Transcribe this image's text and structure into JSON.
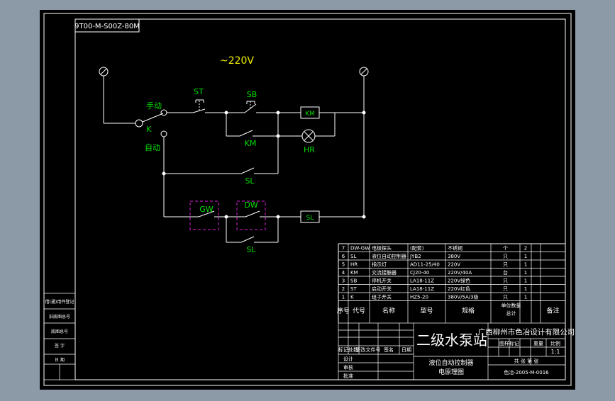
{
  "colors": {
    "background": "#8c9aa8",
    "sheet": "#000000",
    "line": "#ffffff",
    "label": "#00e000",
    "voltage": "#f0f000",
    "dashed_box": "#e020e0"
  },
  "drawing": {
    "code_stamp": "9T00-M-S00Z-80M",
    "voltage": "~220V"
  },
  "labels": {
    "st": "ST",
    "sb": "SB",
    "manual": "手动",
    "k": "K",
    "auto": "自动",
    "km_coil": "KM",
    "km_contact": "KM",
    "hr_lamp": "HR",
    "sl_upper": "SL",
    "gw": "GW",
    "dw": "DW",
    "sl_coil": "SL",
    "sl_lower": "SL"
  },
  "bom": {
    "rows": [
      {
        "no": "7",
        "code": "DW-GW",
        "name": "电极探头",
        "model": "(配套)",
        "spec": "不锈钢",
        "unit": "个",
        "qty": "2"
      },
      {
        "no": "6",
        "code": "SL",
        "name": "液位自动控制器",
        "model": "JYB2",
        "spec": "380V",
        "unit": "只",
        "qty": "1"
      },
      {
        "no": "5",
        "code": "HR",
        "name": "指示灯",
        "model": "AD11-25/40",
        "spec": "220V",
        "unit": "只",
        "qty": "1"
      },
      {
        "no": "4",
        "code": "KM",
        "name": "交流接触器",
        "model": "CJ20-40",
        "spec": "220V/40A",
        "unit": "台",
        "qty": "1"
      },
      {
        "no": "3",
        "code": "SB",
        "name": "停机开关",
        "model": "LA18-11Z",
        "spec": "220V绿色",
        "unit": "只",
        "qty": "1"
      },
      {
        "no": "2",
        "code": "ST",
        "name": "启动开关",
        "model": "LA18-11Z",
        "spec": "220V红色",
        "unit": "只",
        "qty": "1"
      },
      {
        "no": "1",
        "code": "K",
        "name": "组子开关",
        "model": "HZ5-20",
        "spec": "380V/5A/3极",
        "unit": "只",
        "qty": "1"
      }
    ],
    "headers": {
      "no": "序号",
      "code": "代号",
      "name": "名称",
      "model": "型号",
      "spec": "规格",
      "unit_top": "单位数量",
      "unit_bottom": "总计",
      "note": "备注"
    }
  },
  "title_block": {
    "main_title": "二级水泵站",
    "company": "广西柳州市色冶设计有限公司",
    "subtitle_1": "液位自动控制器",
    "subtitle_2": "电原理图",
    "scale": "1:1",
    "sheet_label": "共  张  第  张",
    "drawing_no": "色冶-2005-M-0016",
    "row_labels": [
      "标记",
      "处数",
      "更改文件号",
      "签名",
      "日期"
    ],
    "design_labels": [
      "设计",
      "审核",
      "批准"
    ],
    "cols_right": [
      "图样标记",
      "重量",
      "比例"
    ]
  },
  "left_strip": {
    "labels": [
      "借(通)用件登记",
      "旧底图总号",
      "底图总号",
      "签 字",
      "日 期"
    ]
  }
}
